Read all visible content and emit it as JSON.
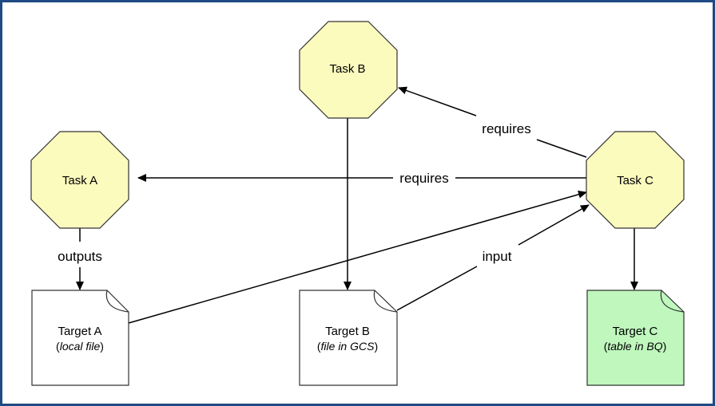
{
  "diagram": {
    "colors": {
      "frame_border": "#1f4a84",
      "task_fill": "#fcfbbe",
      "doc_fill": "#ffffff",
      "doc_highlight_fill": "#bff7bd",
      "stroke": "#333333"
    },
    "nodes": {
      "task_a": {
        "label": "Task A"
      },
      "task_b": {
        "label": "Task B"
      },
      "task_c": {
        "label": "Task C"
      },
      "target_a": {
        "label": "Target A",
        "sub_open": "(",
        "sub_italic": "local file",
        "sub_close": ")"
      },
      "target_b": {
        "label": "Target B",
        "sub_open": "(",
        "sub_italic": "file in GCS",
        "sub_close": ")"
      },
      "target_c": {
        "label": "Target C",
        "sub_open": "(",
        "sub_italic": "table in BQ",
        "sub_close": ")"
      }
    },
    "edges": {
      "c_to_b": {
        "from": "Task C",
        "to": "Task B",
        "label": "requires"
      },
      "c_to_a": {
        "from": "Task C",
        "to": "Task A",
        "label": "requires"
      },
      "a_to_target_a": {
        "from": "Task A",
        "to": "Target A",
        "label": "outputs"
      },
      "b_to_target_b": {
        "from": "Task B",
        "to": "Target B",
        "label": ""
      },
      "c_to_target_c": {
        "from": "Task C",
        "to": "Target C",
        "label": ""
      },
      "target_a_to_c": {
        "from": "Target A",
        "to": "Task C",
        "label": ""
      },
      "target_b_to_c": {
        "from": "Target B",
        "to": "Task C",
        "label": "input"
      }
    }
  }
}
